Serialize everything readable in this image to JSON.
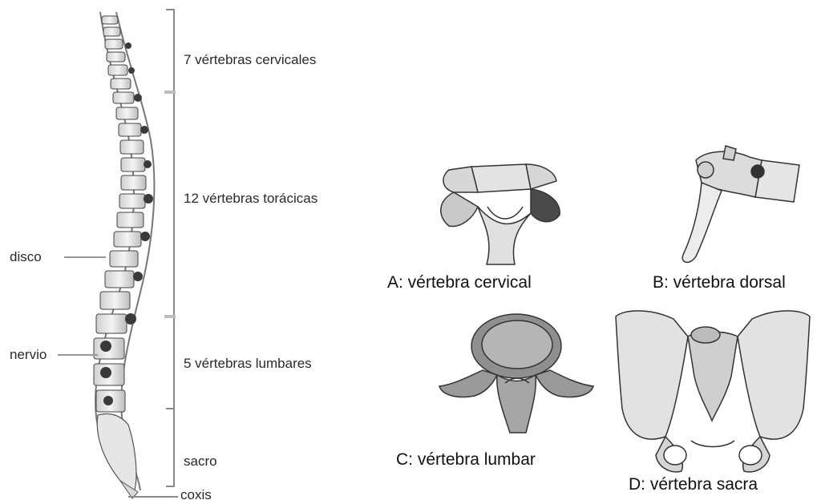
{
  "spine": {
    "regions": [
      {
        "label": "7 vértebras cervicales"
      },
      {
        "label": "12 vértebras torácicas"
      },
      {
        "label": "5 vértebras lumbares"
      },
      {
        "label": "sacro"
      },
      {
        "label": "coxis"
      }
    ],
    "callouts": [
      {
        "label": "disco"
      },
      {
        "label": "nervio"
      }
    ]
  },
  "vertebrae": [
    {
      "caption": "A: vértebra cervical"
    },
    {
      "caption": "B: vértebra dorsal"
    },
    {
      "caption": "C: vértebra lumbar"
    },
    {
      "caption": "D: vértebra sacra"
    }
  ],
  "colors": {
    "line": "#999999",
    "bone": "#e9e9e9",
    "bone_dark": "#3a3a3a",
    "text": "#222222"
  }
}
